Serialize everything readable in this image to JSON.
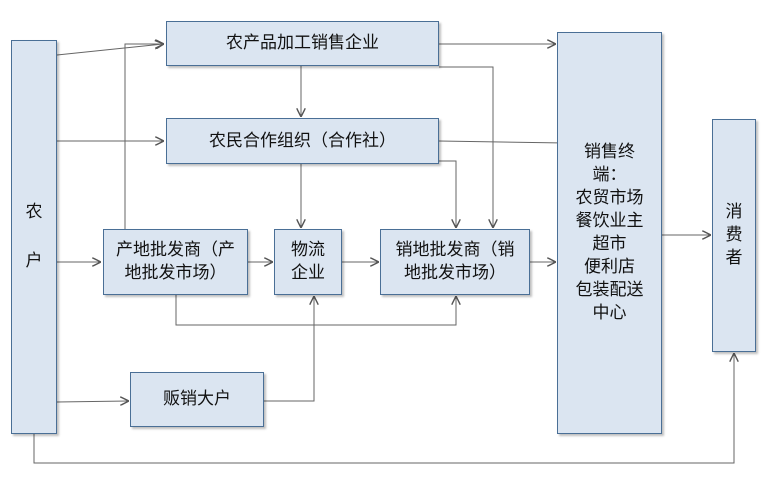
{
  "nodes": {
    "farmer": [
      "农",
      "户"
    ],
    "processor": "农产品加工销售企业",
    "coop": "农民合作组织（合作社）",
    "origin_wholesale": [
      "产地批发商（产",
      "地批发市场）"
    ],
    "logistics": [
      "物流",
      "企业"
    ],
    "sales_wholesale": [
      "销地批发商（销",
      "地批发市场）"
    ],
    "big_dealer": "贩销大户",
    "terminal": [
      "销售终",
      "端：",
      "农贸市场",
      "餐饮业主",
      "超市",
      "便利店",
      "包装配送",
      "中心"
    ],
    "consumer": [
      "消",
      "费",
      "者"
    ]
  }
}
